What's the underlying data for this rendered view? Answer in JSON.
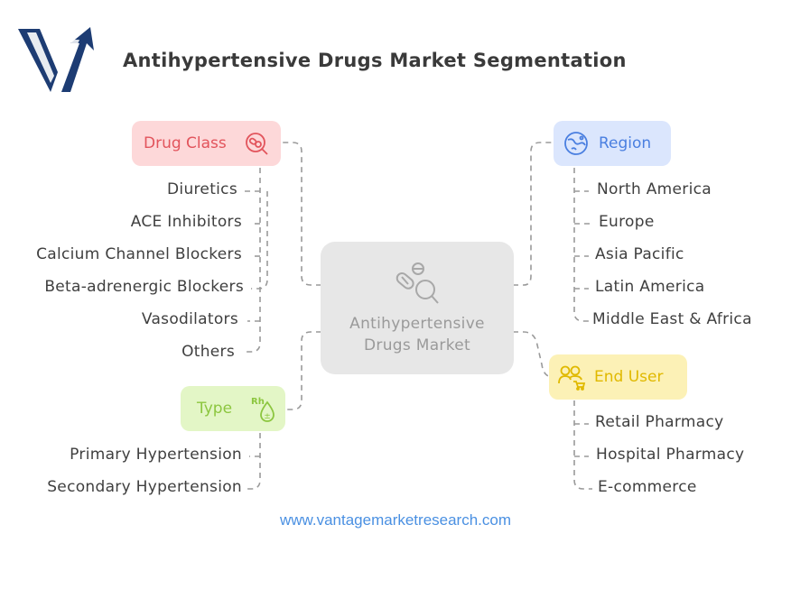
{
  "title": "Antihypertensive Drugs Market Segmentation",
  "center": {
    "line1": "Antihypertensive",
    "line2": "Drugs Market"
  },
  "footer": "www.vantagemarketresearch.com",
  "colors": {
    "drug_class": "#e2545c",
    "drug_class_bg": "#fdd8d9",
    "region": "#4a7fe0",
    "region_bg": "#dbe6fd",
    "type": "#8cc63f",
    "type_bg": "#e3f6c6",
    "end_user": "#e0b900",
    "end_user_bg": "#fcf1b6",
    "logo": "#1d3c73"
  },
  "icons": {
    "drug_class": "pills-search-icon",
    "region": "globe-icon",
    "type": "blood-drop-rh-icon",
    "end_user": "people-cart-icon",
    "center": "pills-magnifier-icon"
  },
  "segments": {
    "drug_class": {
      "label": "Drug Class",
      "items": [
        "Diuretics",
        "ACE Inhibitors",
        "Calcium Channel Blockers",
        "Beta-adrenergic Blockers",
        "Vasodilators",
        "Others"
      ]
    },
    "region": {
      "label": "Region",
      "items": [
        "North America",
        "Europe",
        "Asia Pacific",
        "Latin America",
        "Middle East & Africa"
      ]
    },
    "type": {
      "label": "Type",
      "items": [
        "Primary Hypertension",
        "Secondary Hypertension"
      ]
    },
    "end_user": {
      "label": "End User",
      "items": [
        "Retail Pharmacy",
        "Hospital Pharmacy",
        "E-commerce"
      ]
    }
  }
}
